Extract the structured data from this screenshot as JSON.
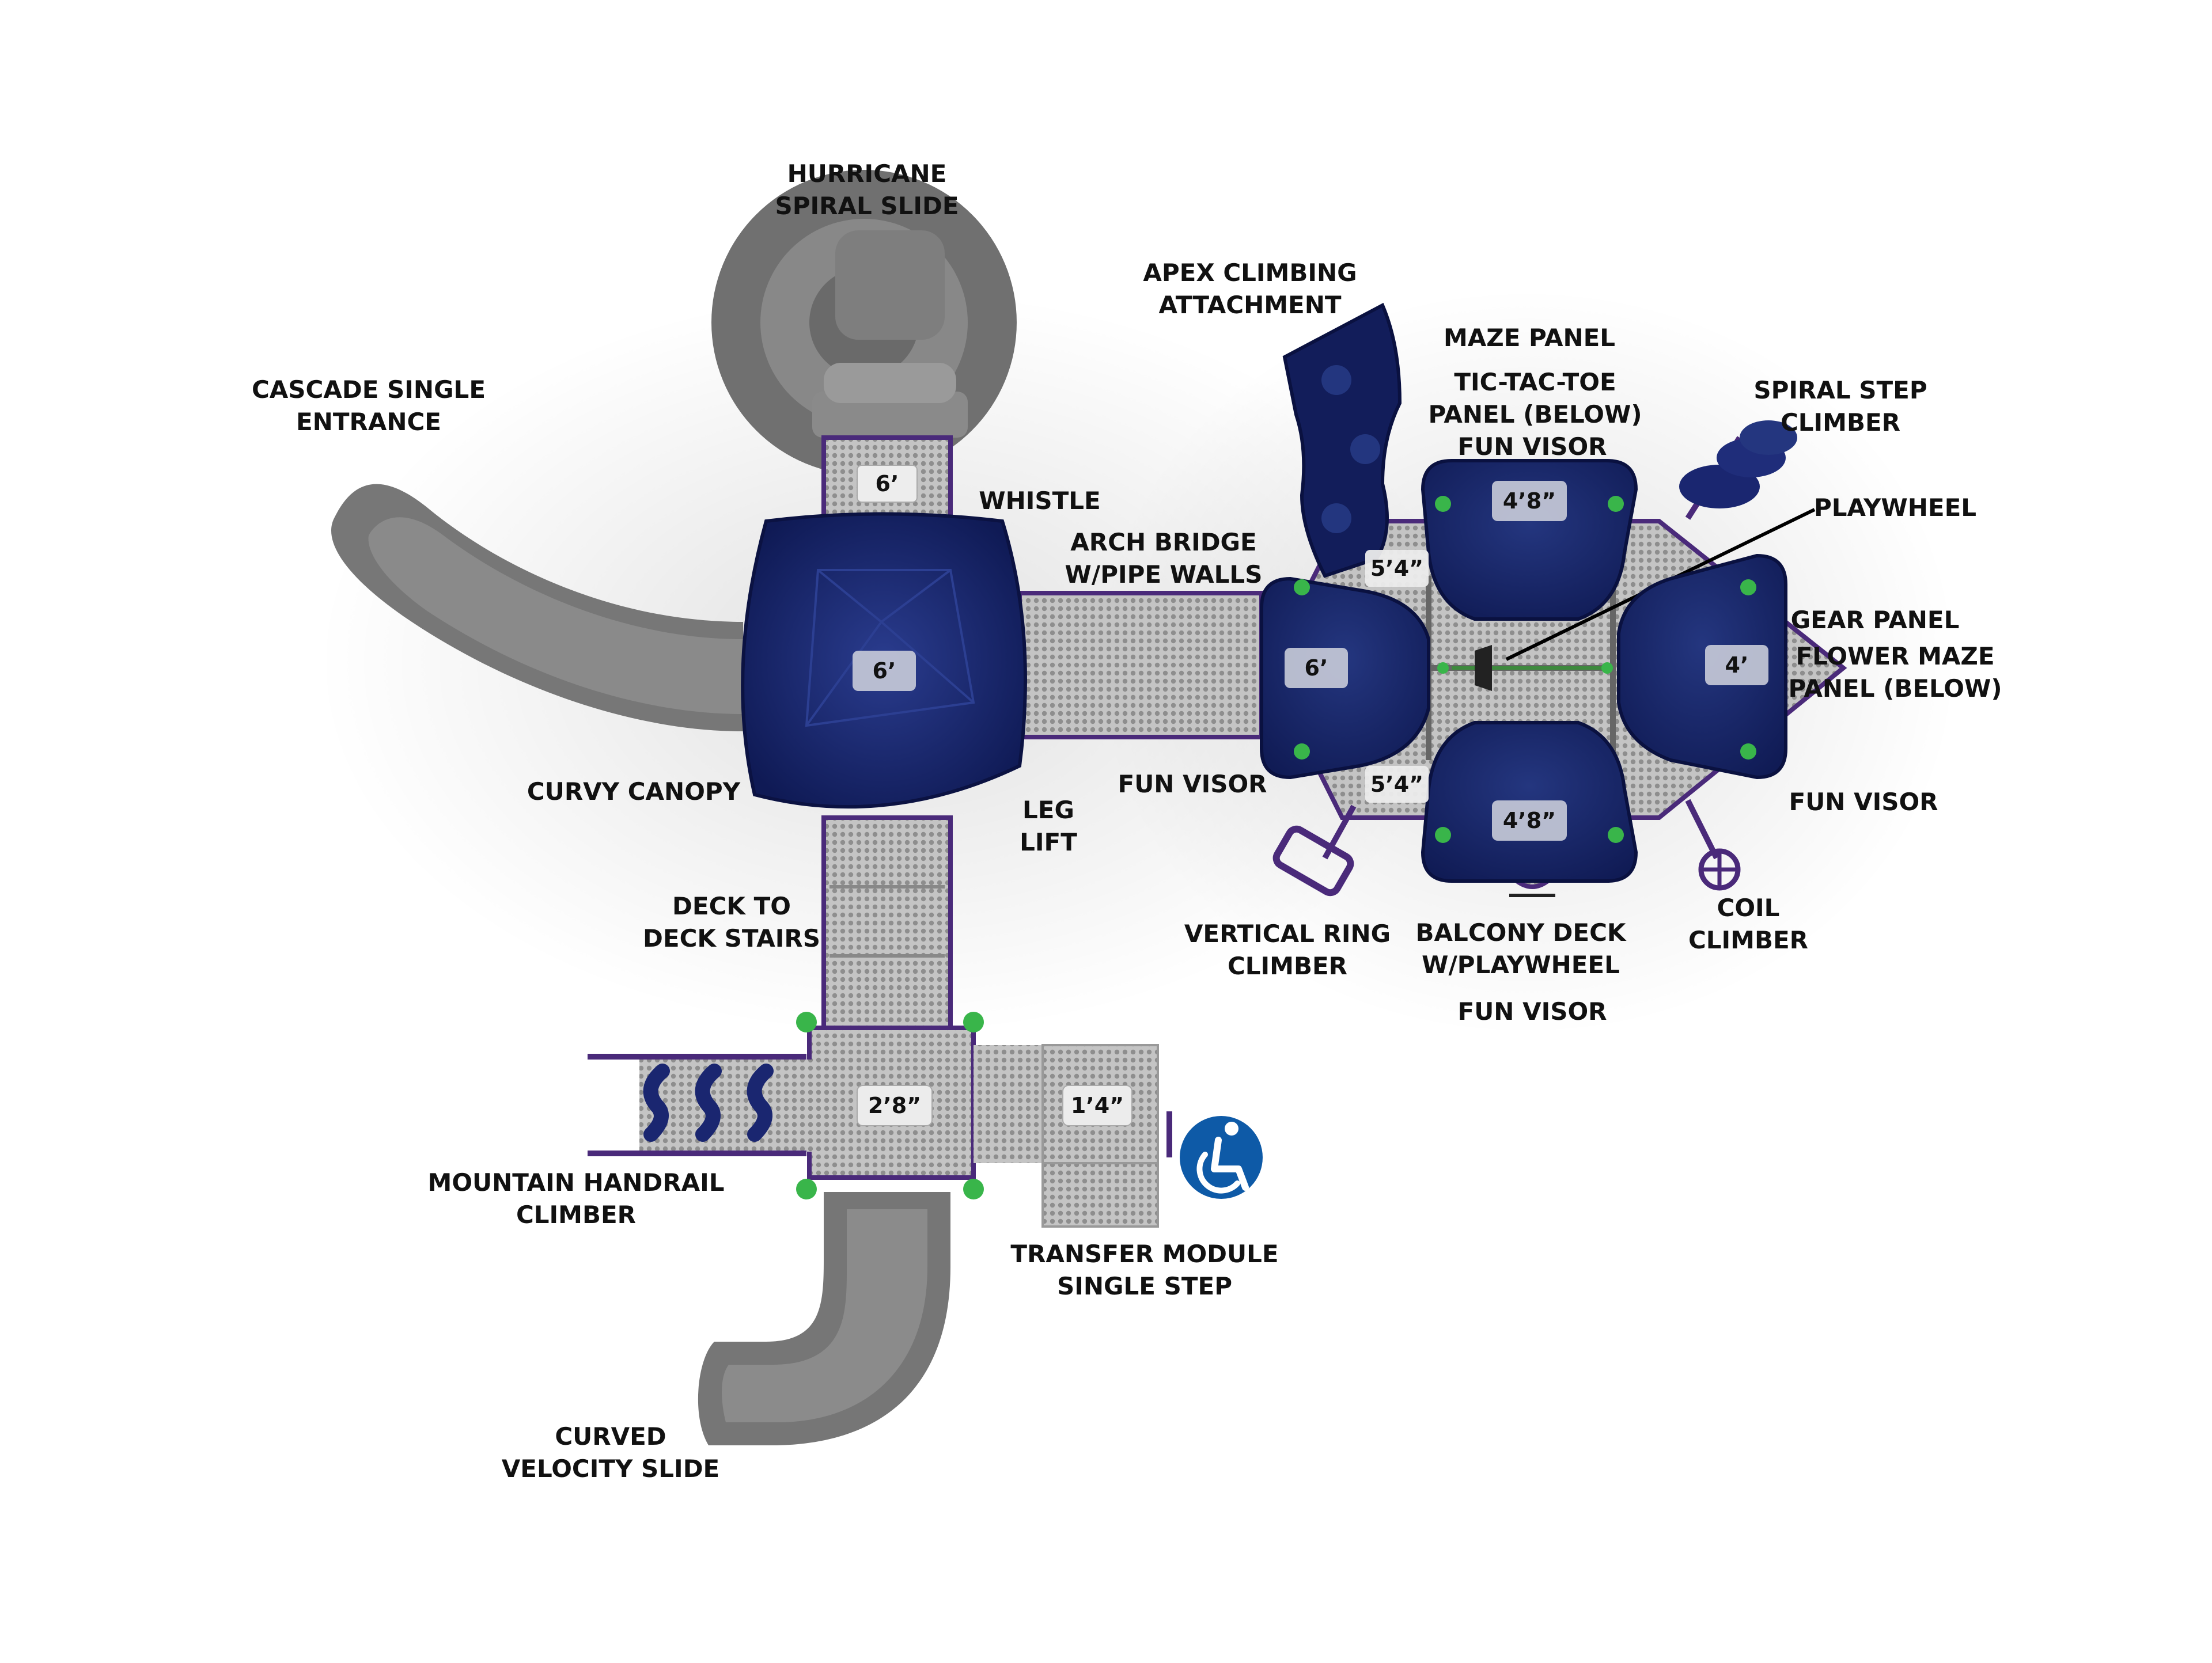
{
  "colors": {
    "navy": "#132060",
    "navy_light": "#1f2f78",
    "slide_gray": "#6f6f6f",
    "deck_gray": "#bdbdbd",
    "post_purple": "#4a2a7a",
    "post_cap_green": "#39b54a",
    "accessibility_blue": "#0e5aa7"
  },
  "labels": {
    "hurricane_spiral_slide": [
      "HURRICANE",
      "SPIRAL SLIDE"
    ],
    "cascade_single_entrance": [
      "CASCADE SINGLE",
      "ENTRANCE"
    ],
    "whistle": [
      "WHISTLE"
    ],
    "arch_bridge": [
      "ARCH BRIDGE",
      "W/PIPE WALLS"
    ],
    "curvy_canopy": [
      "CURVY CANOPY"
    ],
    "leg_lift": [
      "LEG",
      "LIFT"
    ],
    "deck_to_deck_stairs": [
      "DECK TO",
      "DECK STAIRS"
    ],
    "apex_climbing_attachment": [
      "APEX CLIMBING",
      "ATTACHMENT"
    ],
    "maze_panel": [
      "MAZE PANEL"
    ],
    "tic_tac_toe_panel": [
      "TIC-TAC-TOE",
      "PANEL (BELOW)"
    ],
    "fun_visor_top": [
      "FUN VISOR"
    ],
    "spiral_step_climber": [
      "SPIRAL STEP",
      "CLIMBER"
    ],
    "playwheel": [
      "PLAYWHEEL"
    ],
    "gear_panel": [
      "GEAR PANEL"
    ],
    "flower_maze_panel": [
      "FLOWER MAZE",
      "PANEL (BELOW)"
    ],
    "fun_visor_left": [
      "FUN VISOR"
    ],
    "fun_visor_right": [
      "FUN VISOR"
    ],
    "vertical_ring_climber": [
      "VERTICAL RING",
      "CLIMBER"
    ],
    "balcony_deck": [
      "BALCONY DECK",
      "W/PLAYWHEEL"
    ],
    "coil_climber": [
      "COIL",
      "CLIMBER"
    ],
    "fun_visor_bottom": [
      "FUN VISOR"
    ],
    "mountain_handrail_climber": [
      "MOUNTAIN HANDRAIL",
      "CLIMBER"
    ],
    "transfer_module": [
      "TRANSFER MODULE",
      "SINGLE STEP"
    ],
    "curved_velocity_slide": [
      "CURVED",
      "VELOCITY SLIDE"
    ]
  },
  "heights": {
    "tower_top_deck": "6’",
    "canopy_deck": "6’",
    "right_pod_left": "6’",
    "right_pod_right": "4’",
    "right_pod_top": "4’8”",
    "right_pod_bottom": "4’8”",
    "right_upper_ramp": "5’4”",
    "right_lower_ramp": "5’4”",
    "lower_deck": "2’8”",
    "transfer_step": "1’4”"
  },
  "icons": {
    "accessibility": "wheelchair-accessibility-icon"
  }
}
